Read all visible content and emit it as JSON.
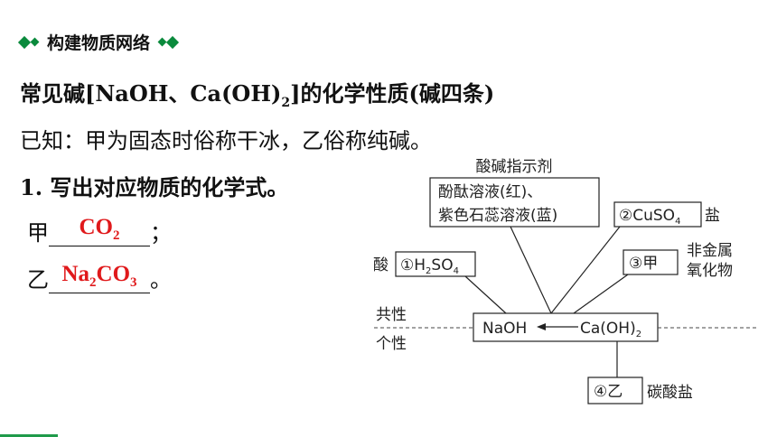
{
  "header": {
    "title": "构建物质网络"
  },
  "heading": {
    "pre": "常见碱[NaOH、Ca(OH)",
    "sub": "2",
    "post": "]的化学性质(碱四条)"
  },
  "known": "已知：甲为固态时俗称干冰，乙俗称纯碱。",
  "question": "1. 写出对应物质的化学式。",
  "answers": [
    {
      "label": "甲",
      "value_pre": "CO",
      "value_sub": "2",
      "value_post": "",
      "punct": "；"
    },
    {
      "label": "乙",
      "value_pre": "Na",
      "value_sub": "2",
      "value_post": "CO",
      "value_sub2": "3",
      "punct": "。"
    }
  ],
  "diagram": {
    "indicator_title": "酸碱指示剂",
    "indicator_line1": "酚酞溶液(红)、",
    "indicator_line2": "紫色石蕊溶液(蓝)",
    "box2": "②CuSO",
    "box2_sub": "4",
    "box2_label": "盐",
    "box1_label": "酸",
    "box1": "①H",
    "box1_sub1": "2",
    "box1_mid": "SO",
    "box1_sub2": "4",
    "box3": "③甲",
    "box3_label1": "非金属",
    "box3_label2": "氧化物",
    "common": "共性",
    "individual": "个性",
    "naoh": "NaOH",
    "caoh": "Ca(OH)",
    "caoh_sub": "2",
    "box4": "④乙",
    "box4_label": "碳酸盐"
  }
}
